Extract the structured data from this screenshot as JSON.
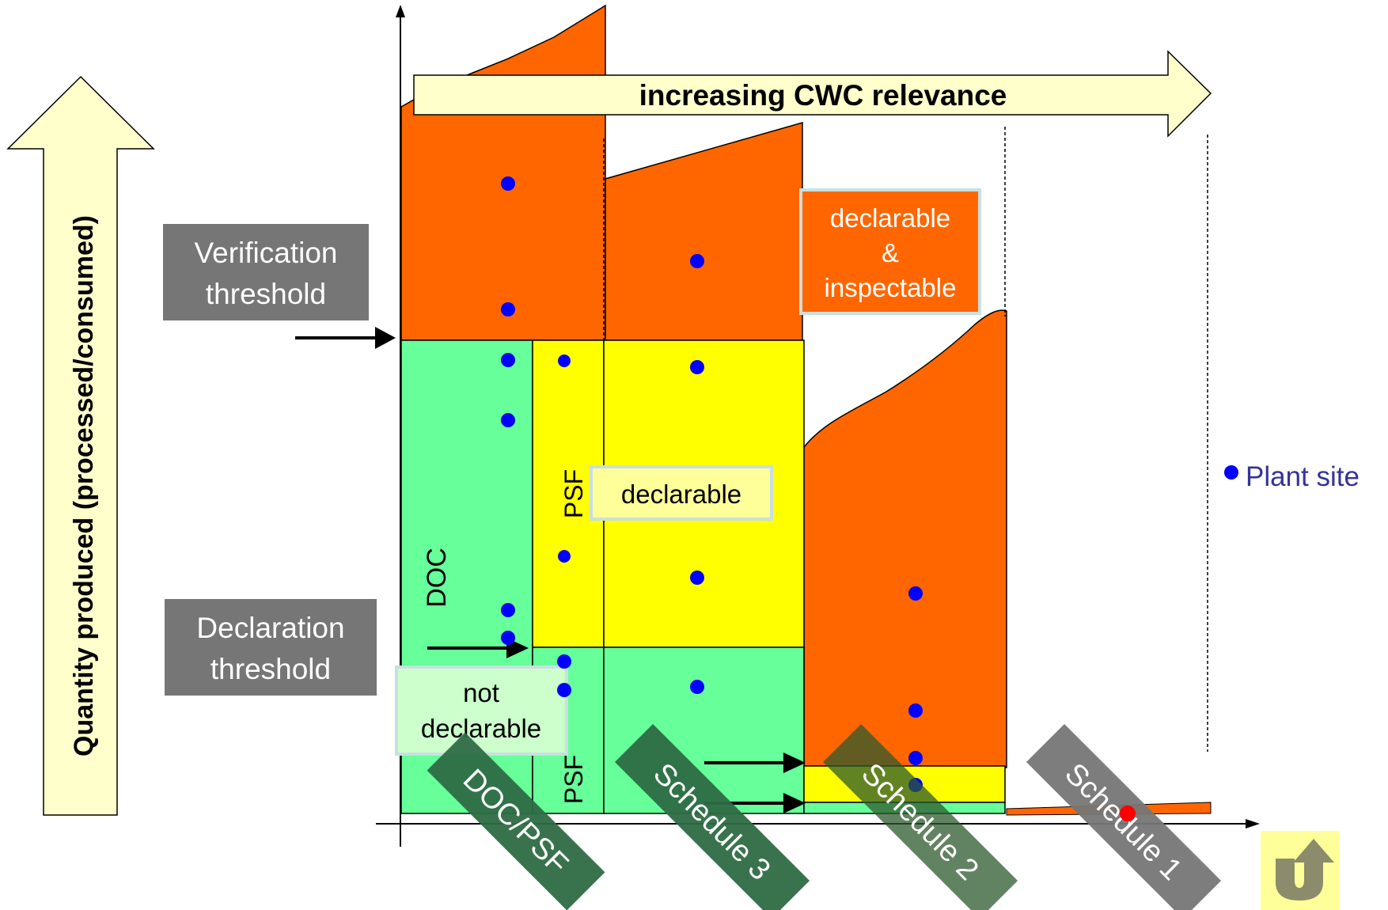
{
  "y_axis_label": "Quantity produced (processed/consumed)",
  "relevance_arrow_label": "increasing CWC relevance",
  "verification_threshold": [
    "Verification",
    "threshold"
  ],
  "declaration_threshold": [
    "Declaration",
    "threshold"
  ],
  "doc_label": "DOC",
  "psf_label_upper": "PSF",
  "psf_label_lower": "PSF",
  "declarable_label": "declarable",
  "declarable_inspectable_label": [
    "declarable",
    "&",
    "inspectable"
  ],
  "not_declarable_label": [
    "not",
    "declarable"
  ],
  "legend_label": "Plant site",
  "category_labels": [
    "DOC/PSF",
    "Schedule 3",
    "Schedule 2",
    "Schedule 1"
  ],
  "colors": {
    "orange": "#ff6600",
    "green": "#66ff99",
    "yellow": "#ffff00",
    "grey": "#767676",
    "dark_green": "#2e6b44",
    "arrow_fill": "#ffffcc",
    "dot_blue": "#0000ff",
    "dot_red": "#ff0000",
    "legend_text": "#333399"
  },
  "icons": {
    "return_icon": "return-up-arrow-icon"
  }
}
